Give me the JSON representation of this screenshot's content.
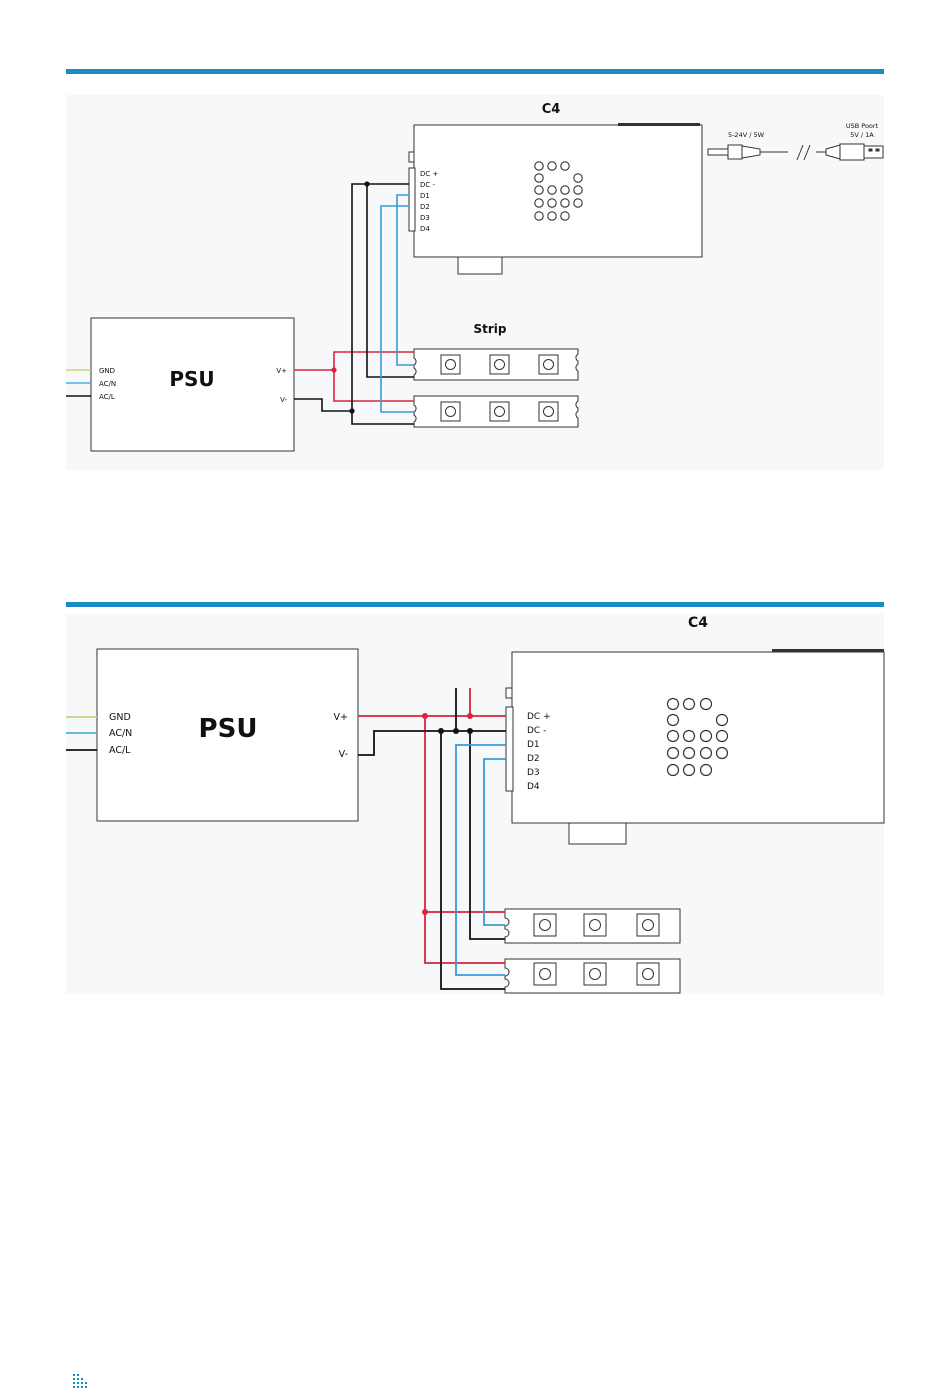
{
  "colors": {
    "accent_rule": "#1a8bc6",
    "wire_positive": "#d9253d",
    "wire_negative": "#111111",
    "wire_data": "#3a9ad9",
    "wire_gnd": "#c9d47a",
    "wire_acn": "#4fb0e0",
    "wire_acl": "#111111",
    "panel_bg": "#f7f8fa"
  },
  "diagram_top": {
    "controller": {
      "title": "C4",
      "pins": [
        "DC +",
        "DC -",
        "D1",
        "D2",
        "D3",
        "D4"
      ]
    },
    "psu": {
      "label": "PSU",
      "inputs": [
        "GND",
        "AC/N",
        "AC/L"
      ],
      "outputs": [
        "V+",
        "V-"
      ]
    },
    "strip_label": "Strip",
    "power_input": {
      "jack_label": "5-24V / 5W",
      "usb_label_line1": "USB Poort",
      "usb_label_line2": "5V / 1A"
    }
  },
  "diagram_bottom": {
    "controller": {
      "title": "C4",
      "pins": [
        "DC +",
        "DC -",
        "D1",
        "D2",
        "D3",
        "D4"
      ]
    },
    "psu": {
      "label": "PSU",
      "inputs": [
        "GND",
        "AC/N",
        "AC/L"
      ],
      "outputs": [
        "V+",
        "V-"
      ]
    }
  },
  "footer": {
    "logo_icon": "dotted-logo-icon"
  }
}
